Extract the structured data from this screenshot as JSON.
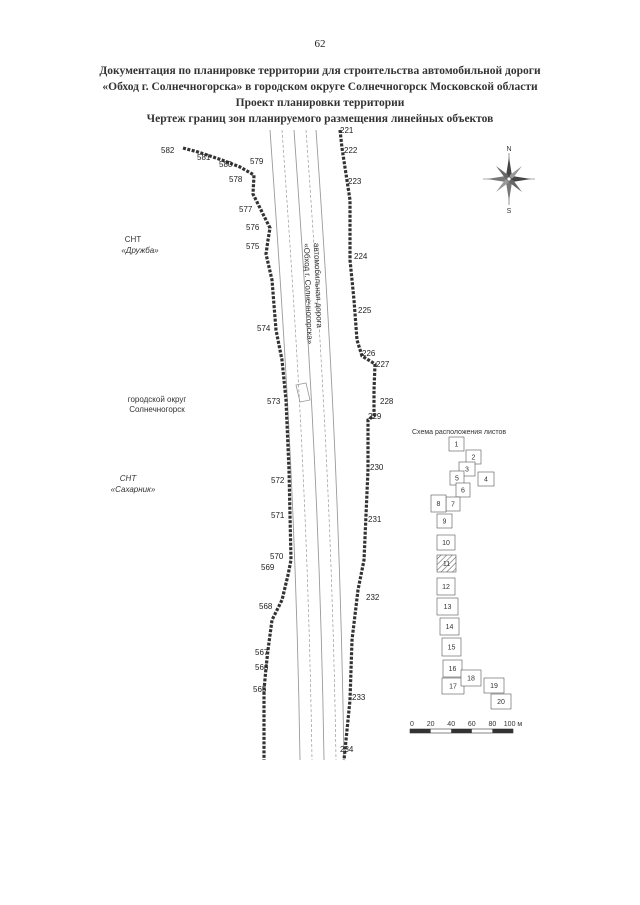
{
  "page_number": "62",
  "title_lines": [
    "Документация по планировке территории для строительства автомобильной дороги",
    "«Обход г. Солнечногорска» в городском округе Солнечногорск Московской области",
    "Проект планировки территории",
    "Чертеж границ зон планируемого размещения линейных объектов"
  ],
  "map_labels": {
    "snt_druzhba_1": "СНТ",
    "snt_druzhba_2": "«Дружба»",
    "okrug_1": "городской округ",
    "okrug_2": "Солнечногорск",
    "snt_sakharnik_1": "СНТ",
    "snt_sakharnik_2": "«Сахарник»",
    "road_1": "автомобильная дорога",
    "road_2": "«Обход г. Солнечногорска»"
  },
  "compass": {
    "north": "N",
    "south": "S"
  },
  "left_points": [
    {
      "label": "582"
    },
    {
      "label": "581"
    },
    {
      "label": "580"
    },
    {
      "label": "579"
    },
    {
      "label": "578"
    },
    {
      "label": "577"
    },
    {
      "label": "576"
    },
    {
      "label": "575"
    },
    {
      "label": "574"
    },
    {
      "label": "573"
    },
    {
      "label": "572"
    },
    {
      "label": "571"
    },
    {
      "label": "570"
    },
    {
      "label": "569"
    },
    {
      "label": "568"
    },
    {
      "label": "567"
    },
    {
      "label": "566"
    },
    {
      "label": "565"
    }
  ],
  "right_points": [
    {
      "label": "221"
    },
    {
      "label": "222"
    },
    {
      "label": "223"
    },
    {
      "label": "224"
    },
    {
      "label": "225"
    },
    {
      "label": "226"
    },
    {
      "label": "227"
    },
    {
      "label": "228"
    },
    {
      "label": "229"
    },
    {
      "label": "230"
    },
    {
      "label": "231"
    },
    {
      "label": "232"
    },
    {
      "label": "233"
    },
    {
      "label": "234"
    }
  ],
  "sheet_scheme": {
    "title": "Схема расположения листов",
    "current_sheet": "11",
    "sheets": [
      "1",
      "2",
      "3",
      "4",
      "5",
      "6",
      "7",
      "8",
      "9",
      "10",
      "11",
      "12",
      "13",
      "14",
      "15",
      "16",
      "17",
      "18",
      "19",
      "20"
    ]
  },
  "scale_bar": {
    "ticks": [
      "0",
      "20",
      "40",
      "60",
      "80",
      "100 м"
    ]
  },
  "colors": {
    "boundary": "#333333",
    "road_lines": "#9a9a9a",
    "hatch": "#666666"
  }
}
